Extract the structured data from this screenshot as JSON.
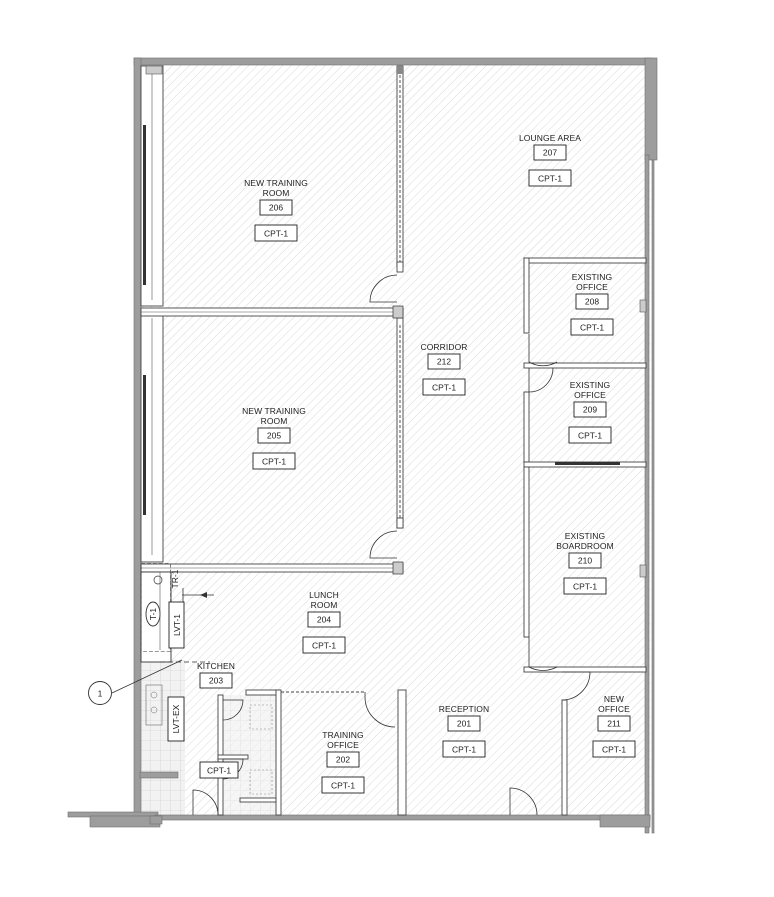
{
  "rooms": [
    {
      "id": "r206",
      "name_lines": [
        "NEW TRAINING",
        "ROOM"
      ],
      "number": "206",
      "finish": "CPT-1"
    },
    {
      "id": "r207",
      "name_lines": [
        "LOUNGE AREA"
      ],
      "number": "207",
      "finish": "CPT-1"
    },
    {
      "id": "r208",
      "name_lines": [
        "EXISTING",
        "OFFICE"
      ],
      "number": "208",
      "finish": "CPT-1"
    },
    {
      "id": "r209",
      "name_lines": [
        "EXISTING",
        "OFFICE"
      ],
      "number": "209",
      "finish": "CPT-1"
    },
    {
      "id": "r212",
      "name_lines": [
        "CORRIDOR"
      ],
      "number": "212",
      "finish": "CPT-1"
    },
    {
      "id": "r205",
      "name_lines": [
        "NEW TRAINING",
        "ROOM"
      ],
      "number": "205",
      "finish": "CPT-1"
    },
    {
      "id": "r210",
      "name_lines": [
        "EXISTING",
        "BOARDROOM"
      ],
      "number": "210",
      "finish": "CPT-1"
    },
    {
      "id": "r204",
      "name_lines": [
        "LUNCH",
        "ROOM"
      ],
      "number": "204",
      "finish": "CPT-1"
    },
    {
      "id": "r203",
      "name_lines": [
        "KITCHEN"
      ],
      "number": "203",
      "finish": ""
    },
    {
      "id": "r202",
      "name_lines": [
        "TRAINING",
        "OFFICE"
      ],
      "number": "202",
      "finish": "CPT-1"
    },
    {
      "id": "r201",
      "name_lines": [
        "RECEPTION"
      ],
      "number": "201",
      "finish": "CPT-1"
    },
    {
      "id": "r211",
      "name_lines": [
        "NEW",
        "OFFICE"
      ],
      "number": "211",
      "finish": "CPT-1"
    }
  ],
  "finish_tags": {
    "washroom": "CPT-1",
    "kitchen_floor": "LVT-EX",
    "kitchen_counter": "LVT-1",
    "tile_ref": "T-1",
    "transition": "TR-1"
  },
  "callout": {
    "number": "1"
  }
}
